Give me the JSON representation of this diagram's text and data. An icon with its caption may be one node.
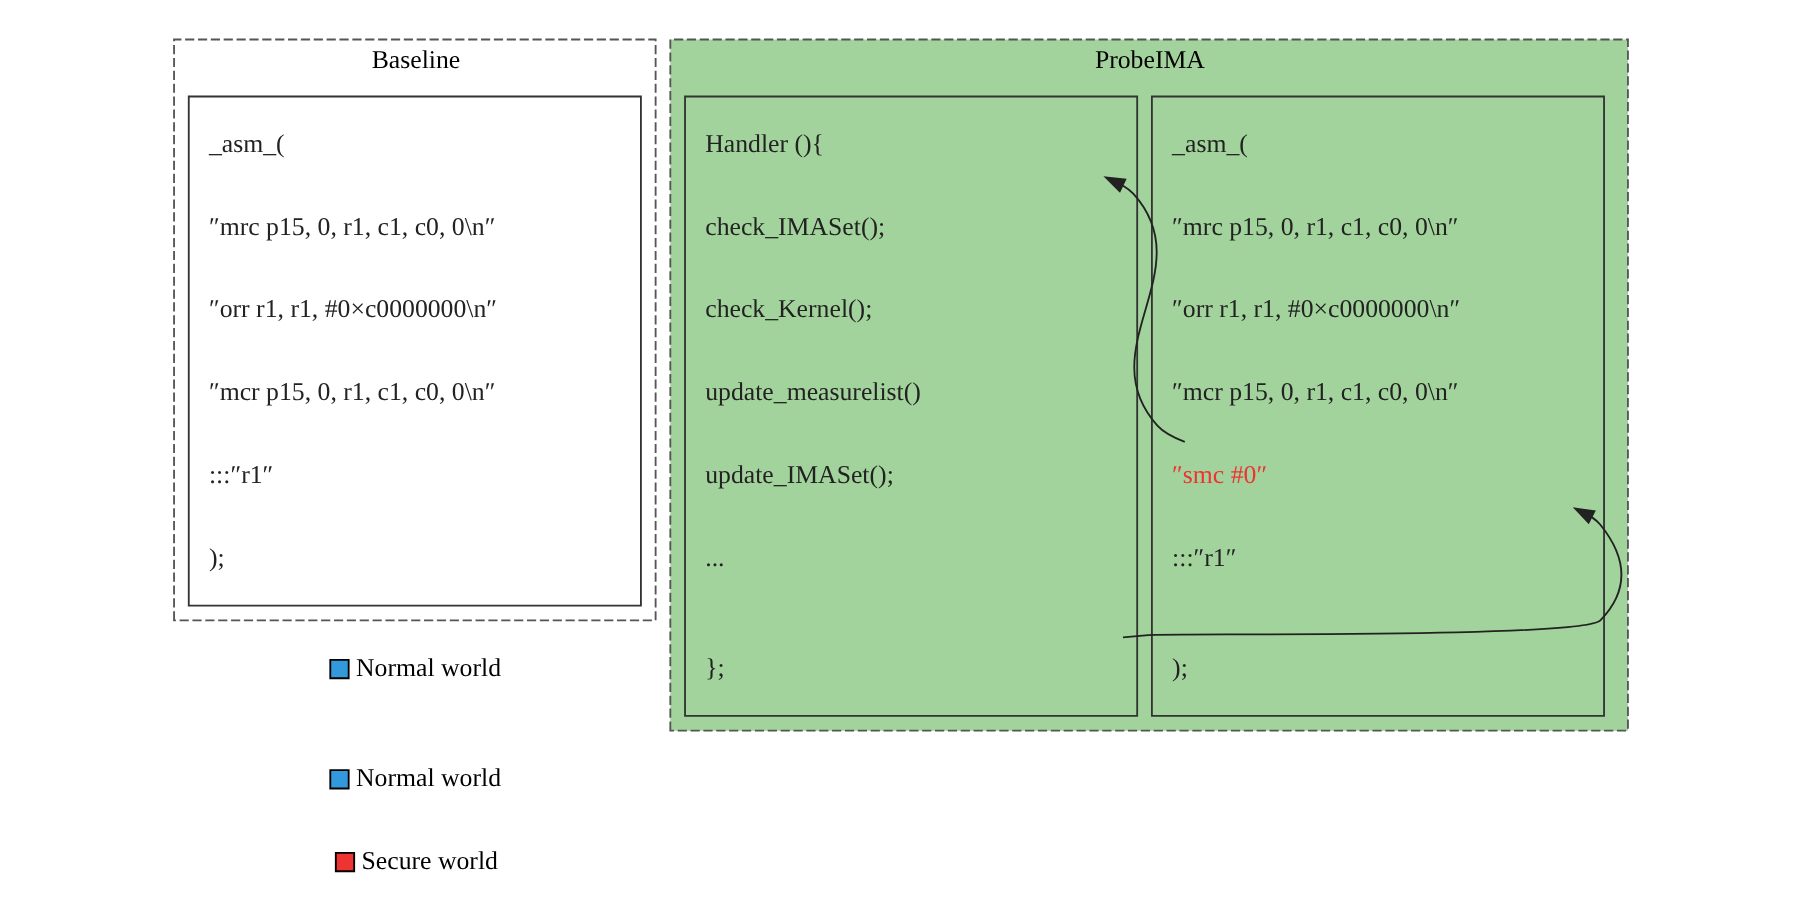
{
  "diagram": {
    "nodes": [
      {
        "text": [
          "Baseline"
        ]
      },
      {
        "text": [],
        "shape": "box",
        "in": 0
      },
      {
        "text": [
          "_asm_("
        ],
        "in": 1
      },
      {
        "text": [
          "″mrc p15, 0, r1, c1, c0, 0\\n″"
        ],
        "in": 1
      },
      {
        "text": [
          "″orr r1, r1, #0×c0000000\\n″"
        ],
        "in": 1
      },
      {
        "text": [
          "″mcr p15, 0, r1, c1, c0, 0\\n″"
        ],
        "in": 1
      },
      {
        "text": [
          ":::″r1″"
        ],
        "in": 1
      },
      {
        "text": [
          ");"
        ],
        "in": 1
      },
      {
        "text": [
          "ProbeIMA"
        ]
      },
      {
        "text": [],
        "shape": "box",
        "in": 8
      },
      {
        "text": [
          "_asm_("
        ],
        "in": 9
      },
      {
        "text": [
          "″mrc p15, 0, r1, c1, c0, 0\\n″"
        ],
        "in": 9
      },
      {
        "text": [
          "″orr r1, r1, #0×c0000000\\n″"
        ],
        "in": 9
      },
      {
        "text": [
          "″mcr p15, 0, r1, c1, c0, 0\\n″"
        ],
        "in": 9
      },
      {
        "text": [
          "″smc #0″"
        ],
        "in": 9
      },
      {
        "text": [
          ":::″r1″"
        ],
        "in": 9
      },
      {
        "text": [
          ");"
        ],
        "in": 9
      },
      {
        "text": [],
        "shape": "box",
        "in": 8
      },
      {
        "text": [
          "Handler (){"
        ],
        "in": 17
      },
      {
        "text": [
          "check_IMASet();"
        ],
        "in": 17
      },
      {
        "text": [
          "check_Kernel();"
        ],
        "in": 17
      },
      {
        "text": [
          "update_measurelist()"
        ],
        "in": 17
      },
      {
        "text": [
          "update_IMASet();"
        ],
        "in": 17
      },
      {
        "text": [
          "..."
        ],
        "in": 17
      },
      {
        "text": [
          "};"
        ],
        "in": 17
      }
    ],
    "edges": [
      {
        "from": 14,
        "to": 18,
        "arrow": "to"
      },
      {
        "from": 24,
        "to": 14,
        "arrow": "to"
      }
    ],
    "legend": [
      {
        "text": "Normal world",
        "color": "#3399dd"
      },
      {
        "text": "Normal world",
        "color": "#3399dd"
      },
      {
        "text": "Secure world",
        "color": "#ee3333"
      }
    ]
  }
}
